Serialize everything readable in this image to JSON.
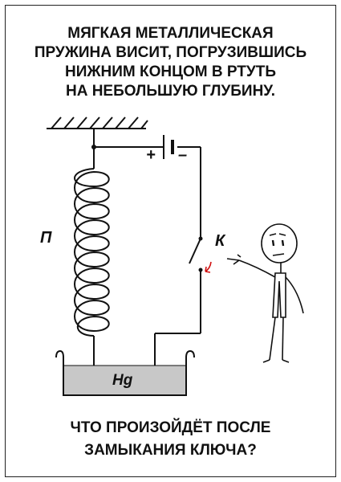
{
  "title_lines": [
    "МЯГКАЯ МЕТАЛЛИЧЕСКАЯ",
    "ПРУЖИНА ВИСИТ, ПОГРУЗИВШИСЬ",
    "НИЖНИМ КОНЦОМ В РТУТЬ",
    "НА НЕБОЛЬШУЮ ГЛУБИНУ."
  ],
  "labels": {
    "spring": "П",
    "key": "К",
    "mercury": "Hg",
    "battery_plus": "+",
    "battery_minus": "–"
  },
  "question_lines": [
    "ЧТО ПРОИЗОЙДЁТ ПОСЛЕ",
    "ЗАМЫКАНИЯ КЛЮЧА?"
  ],
  "colors": {
    "ink": "#111111",
    "mercury_fill": "#c8c8c8",
    "arrow": "#d01010"
  }
}
